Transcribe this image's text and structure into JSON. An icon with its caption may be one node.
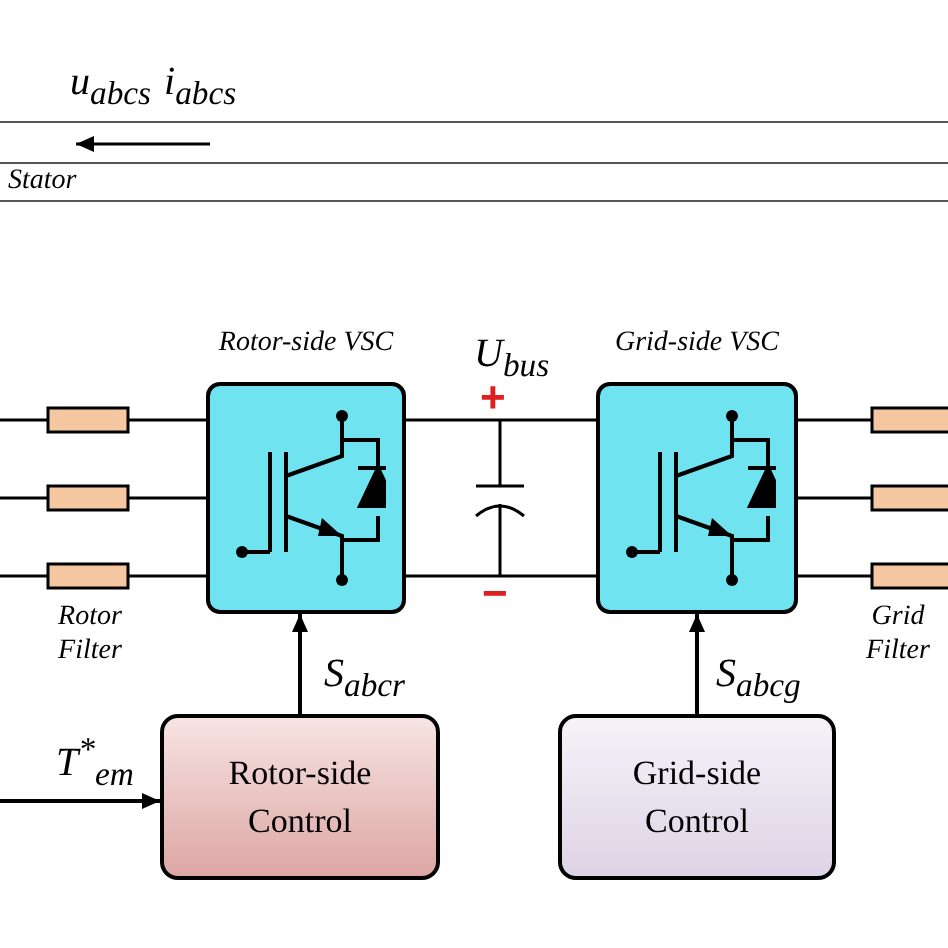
{
  "diagram": {
    "nodes": [
      {
        "text": [
          "Stator"
        ]
      },
      {
        "text": [
          "Rotor-side VSC"
        ]
      },
      {
        "text": [
          "Grid-side VSC"
        ]
      },
      {
        "text": [
          "Rotor-side Control"
        ]
      },
      {
        "text": [
          "Grid-side Control"
        ]
      }
    ],
    "edges": [
      {
        "from": 3,
        "to": 1,
        "arrow": "to",
        "label": "S$_{abcr}$"
      },
      {
        "from": 4,
        "to": 2,
        "arrow": "to",
        "label": "S$_{abcg}$"
      },
      {
        "from": null,
        "to": 3,
        "arrow": "to",
        "label": "T$^{*}$$_{em}$"
      }
    ],
    "labels": [
      "u$_{abcs}$",
      "i$_{abcs}$",
      "Rotor Filter",
      "U$_{bus}$",
      "+",
      "−",
      "Grid Filter"
    ]
  }
}
